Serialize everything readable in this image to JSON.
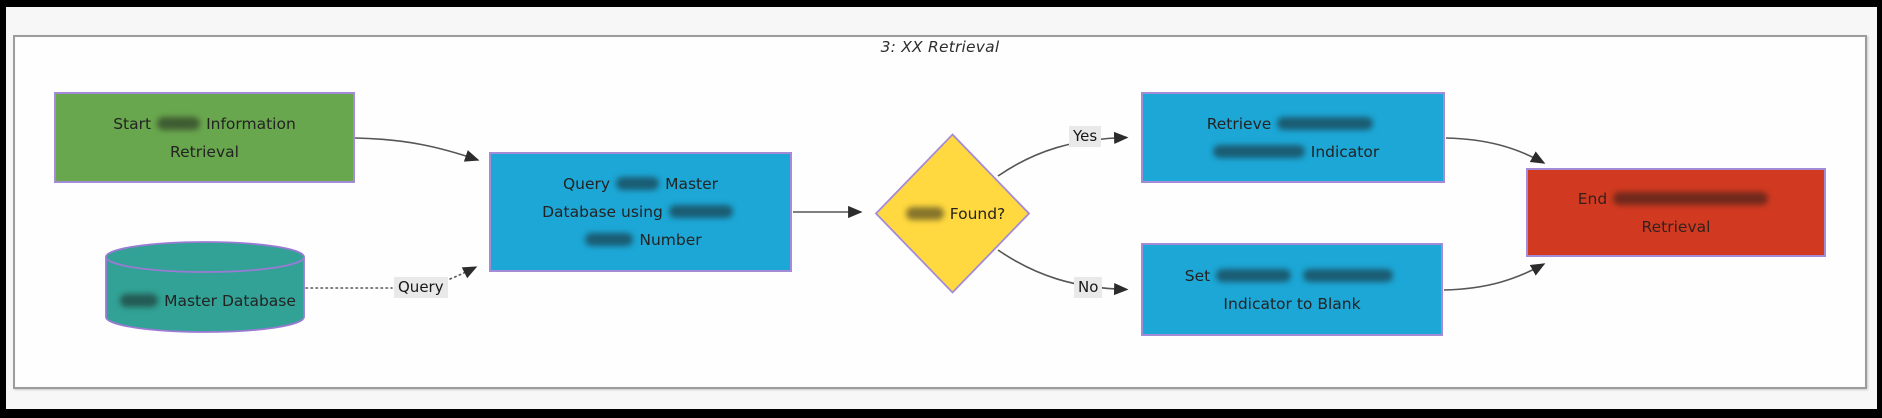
{
  "title": "3: XX Retrieval",
  "nodes": {
    "start": {
      "l1_pre": "Start",
      "l1_post": "Information",
      "l2": "Retrieval"
    },
    "database": {
      "label": "Master Database"
    },
    "query": {
      "l1_pre": "Query",
      "l1_post": "Master",
      "l2_pre": "Database using",
      "l3_post": "Number"
    },
    "decision": {
      "label": "Found?"
    },
    "retrieve": {
      "l1_pre": "Retrieve",
      "l2_post": "Indicator"
    },
    "set_blank": {
      "l1_pre": "Set",
      "l2": "Indicator to Blank"
    },
    "end": {
      "l1_pre": "End",
      "l2": "Retrieval"
    }
  },
  "edge_labels": {
    "query": "Query",
    "yes": "Yes",
    "no": "No"
  },
  "colors": {
    "start_fill": "#69a74e",
    "process_fill": "#1ca7d6",
    "decision_fill": "#ffd93f",
    "end_fill": "#d13a20",
    "database_fill": "#31a295",
    "node_border": "#a48bd8",
    "edge": "#555555",
    "edge_label_bg": "#e9e9e9",
    "outer_frame": "#000000"
  }
}
